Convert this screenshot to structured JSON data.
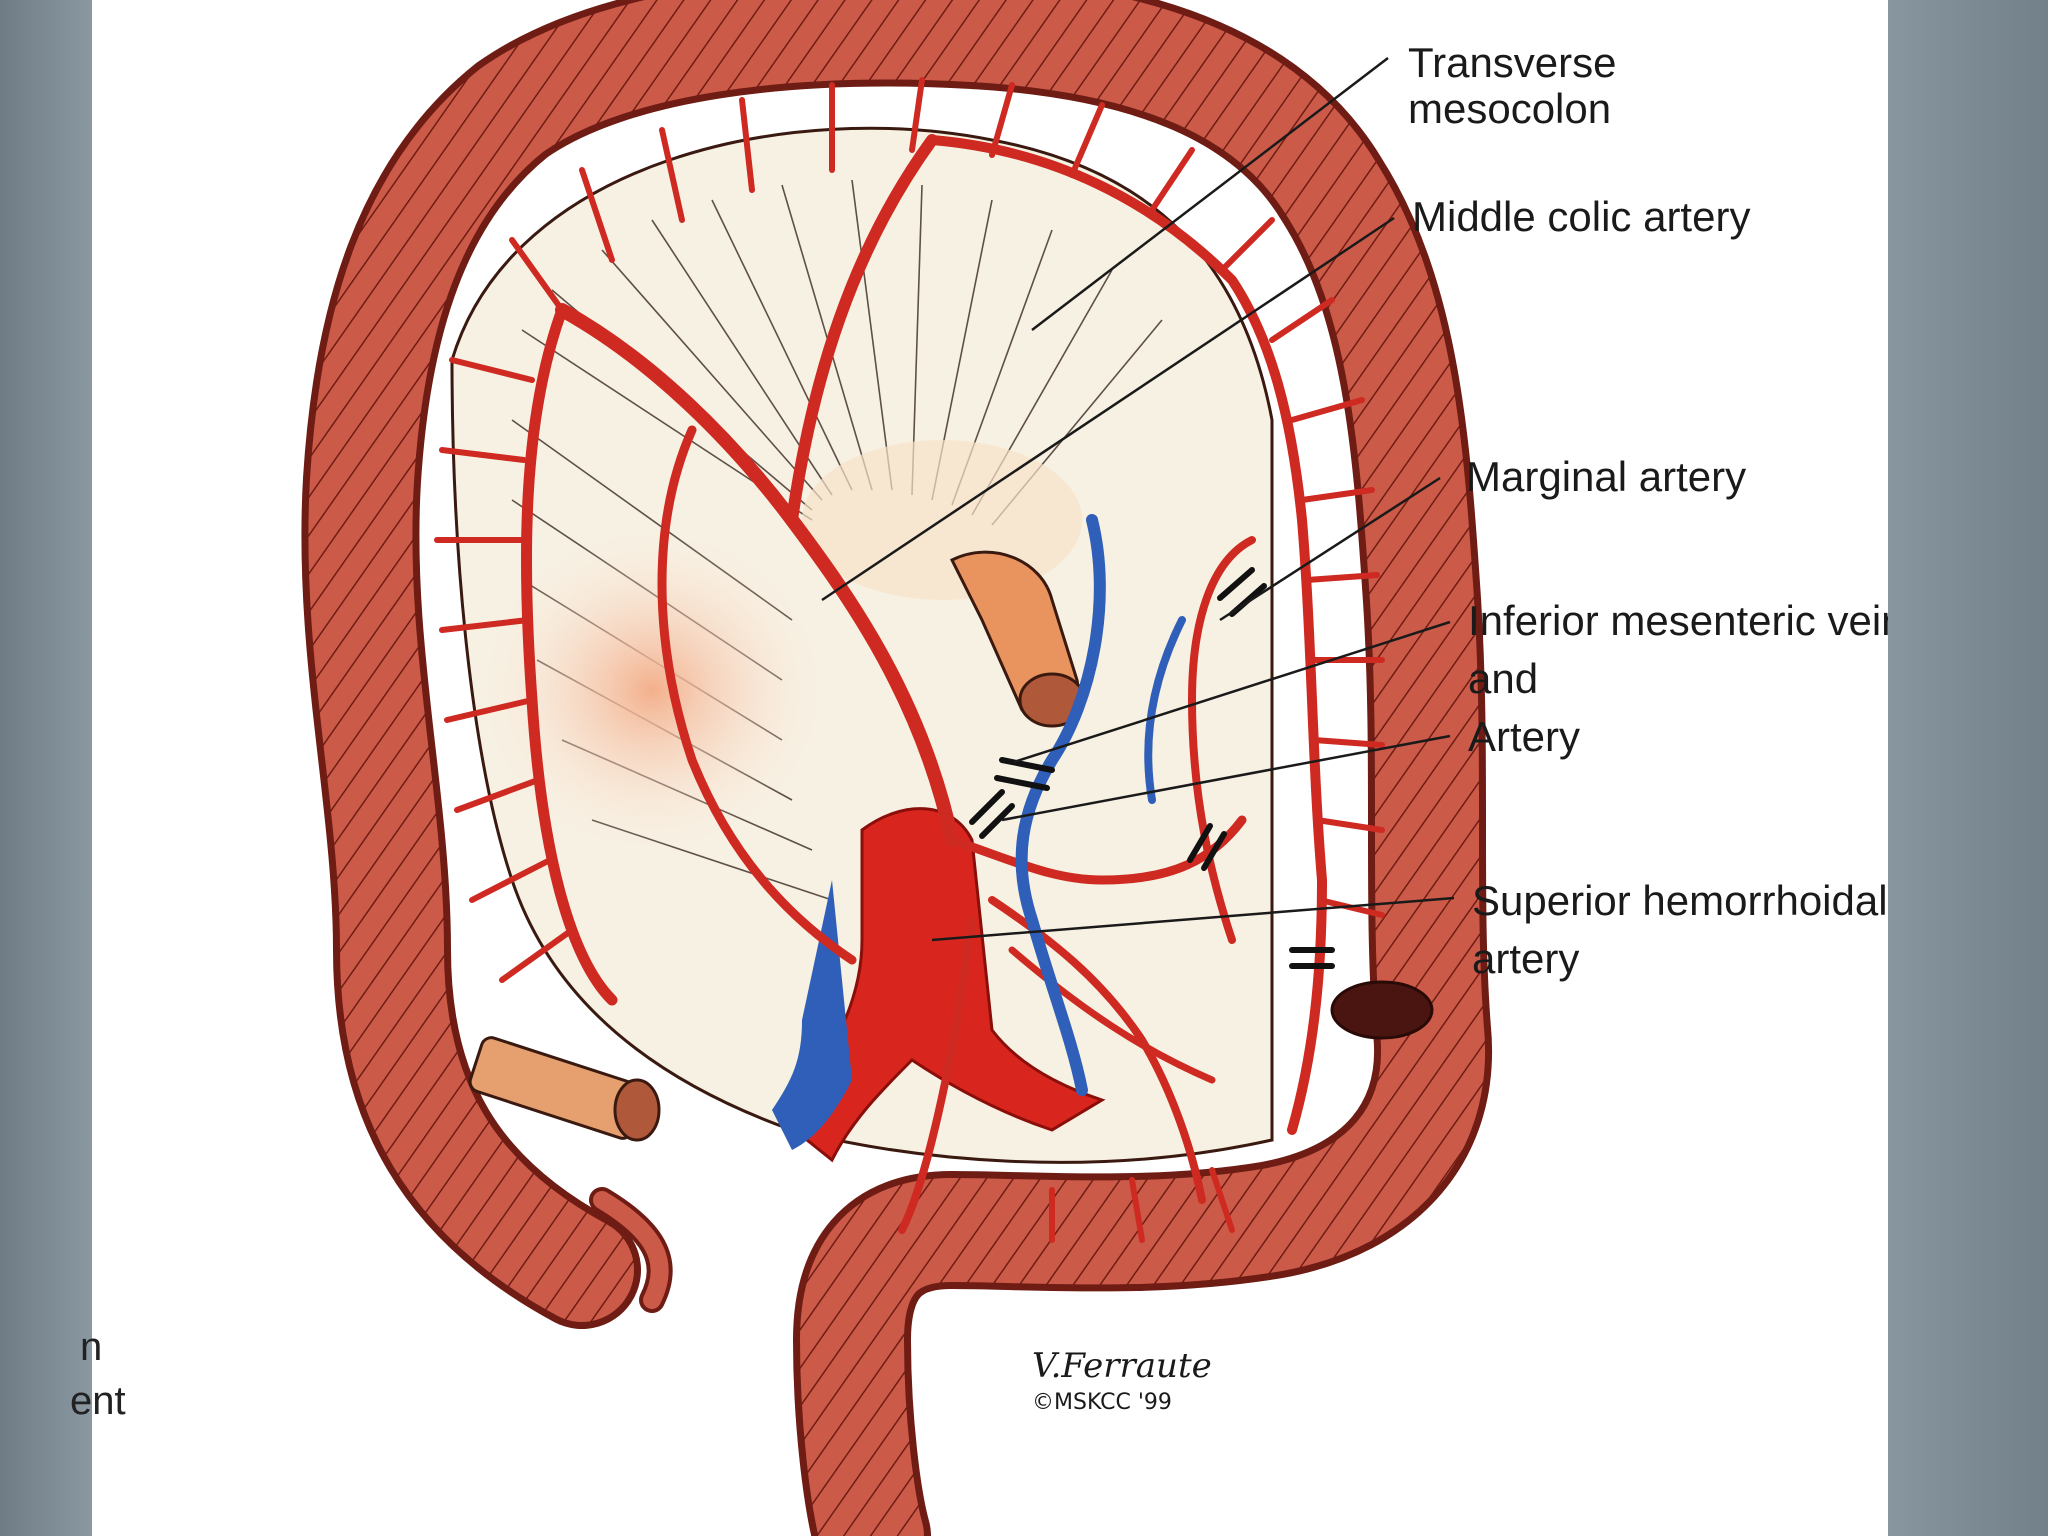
{
  "labels": {
    "transverse_mesocolon": [
      "Transverse",
      "mesocolon"
    ],
    "middle_colic_artery": "Middle colic artery",
    "marginal_artery": "Marginal artery",
    "inferior_mesenteric": [
      "Inferior mesenteric vein",
      "and",
      "Artery"
    ],
    "superior_hemorrhoidal": [
      "Superior hemorrhoidal",
      "artery"
    ]
  },
  "left_fragments": [
    "n",
    "ent"
  ],
  "signature": [
    "V.Ferraute",
    "©MSKCC '99"
  ],
  "colors": {
    "colon": "#cc5a48",
    "colon_dark": "#6e1c14",
    "artery": "#cf2a22",
    "vein": "#2f5fb8",
    "mesentery": "#f7f1e3",
    "slide_bg": "#ffffff",
    "frame": "#8e9ba5"
  }
}
